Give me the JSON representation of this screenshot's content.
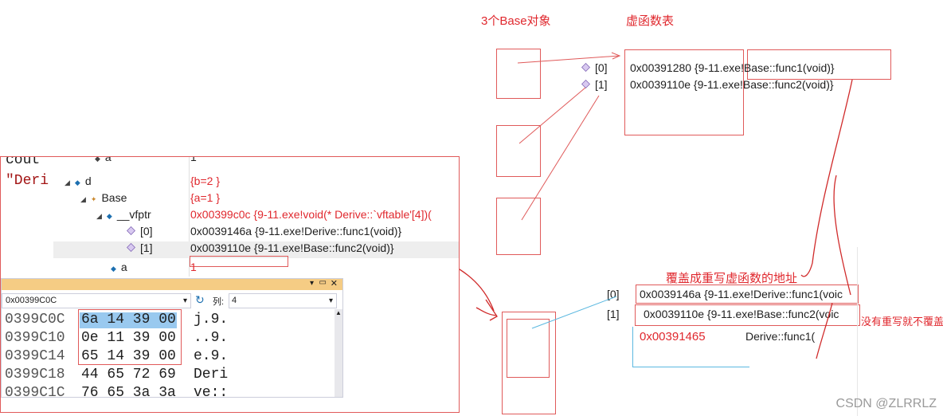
{
  "annotations": {
    "base_objects": "3个Base对象",
    "vtable": "虚函数表",
    "override_note": "覆盖成重写虚函数的地址",
    "not_overridden": "没有重写就不覆盖",
    "addr_text": "0x00391465",
    "derive_func": "Derive::func1(",
    "watermark": "CSDN @ZLRRLZ"
  },
  "top_vtable": {
    "rows": [
      {
        "index": "[0]",
        "value": "0x00391280 {9-11.exe!Base::func1(void)}"
      },
      {
        "index": "[1]",
        "value": "0x0039110e {9-11.exe!Base::func2(void)}"
      }
    ]
  },
  "bottom_vtable": {
    "rows": [
      {
        "index": "[0]",
        "value": "0x0039146a {9-11.exe!Derive::func1(voic"
      },
      {
        "index": "[1]",
        "value": "0x0039110e {9-11.exe!Base::func2(voic"
      }
    ]
  },
  "code": {
    "line1": "cout",
    "line2": "\"Deri"
  },
  "debugger": {
    "rows": [
      {
        "name": "a",
        "value": "1"
      },
      {
        "name": "d",
        "value": "{b=2 }"
      },
      {
        "name": "Base",
        "value": "{a=1 }"
      },
      {
        "name": "__vfptr",
        "value": "0x00399c0c {9-11.exe!void(* Derive::`vftable'[4])("
      },
      {
        "name": "[0]",
        "value": "0x0039146a {9-11.exe!Derive::func1(void)}"
      },
      {
        "name": "[1]",
        "value": "0x0039110e {9-11.exe!Base::func2(void)}"
      },
      {
        "name": "a",
        "value": "1"
      }
    ]
  },
  "memory": {
    "address_input": "0x00399C0C",
    "column_label": "列:",
    "column_value": "4",
    "rows": [
      {
        "addr": "0399C0C",
        "bytes": "6a 14 39 00",
        "ascii": "j.9."
      },
      {
        "addr": "0399C10",
        "bytes": "0e 11 39 00",
        "ascii": "..9."
      },
      {
        "addr": "0399C14",
        "bytes": "65 14 39 00",
        "ascii": "e.9."
      },
      {
        "addr": "0399C18",
        "bytes": "44 65 72 69",
        "ascii": "Deri"
      },
      {
        "addr": "0399C1C",
        "bytes": "76 65 3a 3a",
        "ascii": "ve::"
      }
    ]
  },
  "colors": {
    "annotation_red": "#e0282e",
    "box_red": "#e05a5a",
    "selection_blue": "#99c9ef",
    "arrow_blue": "#5bb8e0"
  }
}
